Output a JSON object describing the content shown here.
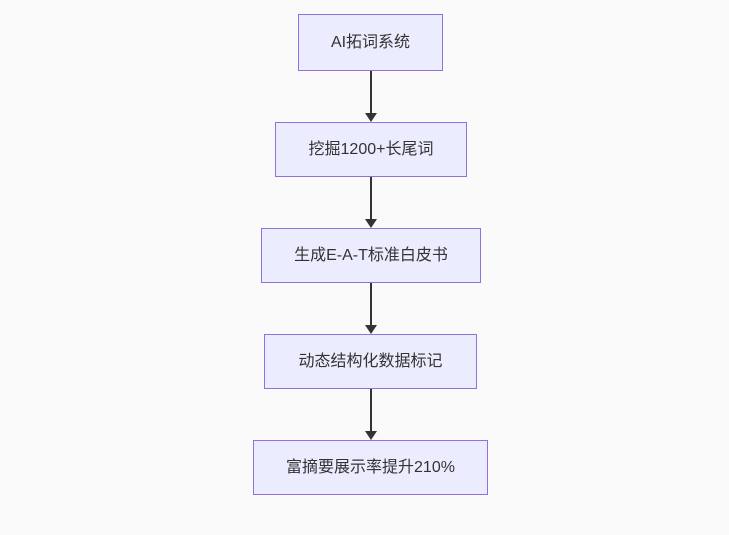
{
  "diagram": {
    "type": "flowchart",
    "direction": "top-down",
    "nodes": [
      {
        "id": "node-1",
        "label": "AI拓词系统"
      },
      {
        "id": "node-2",
        "label": "挖掘1200+长尾词"
      },
      {
        "id": "node-3",
        "label": "生成E-A-T标准白皮书"
      },
      {
        "id": "node-4",
        "label": "动态结构化数据标记"
      },
      {
        "id": "node-5",
        "label": "富摘要展示率提升210%"
      }
    ],
    "edges": [
      {
        "from": "node-1",
        "to": "node-2"
      },
      {
        "from": "node-2",
        "to": "node-3"
      },
      {
        "from": "node-3",
        "to": "node-4"
      },
      {
        "from": "node-4",
        "to": "node-5"
      }
    ],
    "colors": {
      "background": "#fafafa",
      "node_fill": "#ececff",
      "node_border": "#9370db",
      "node_text": "#333333",
      "arrow": "#333333"
    }
  }
}
